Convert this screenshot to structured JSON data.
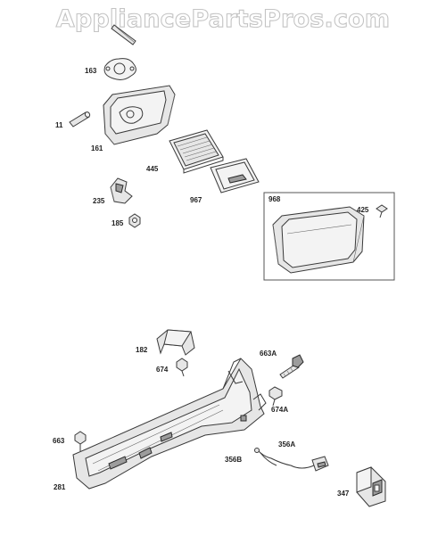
{
  "watermark": "AppliancePartsPros.com",
  "callouts": {
    "p163": "163",
    "p11": "11",
    "p161": "161",
    "p445": "445",
    "p235": "235",
    "p967": "967",
    "p968": "968",
    "p425": "425",
    "p185": "185",
    "p182": "182",
    "p663A": "663A",
    "p674": "674",
    "p674A": "674A",
    "p663": "663",
    "p356A": "356A",
    "p356B": "356B",
    "p281": "281",
    "p347": "347"
  }
}
